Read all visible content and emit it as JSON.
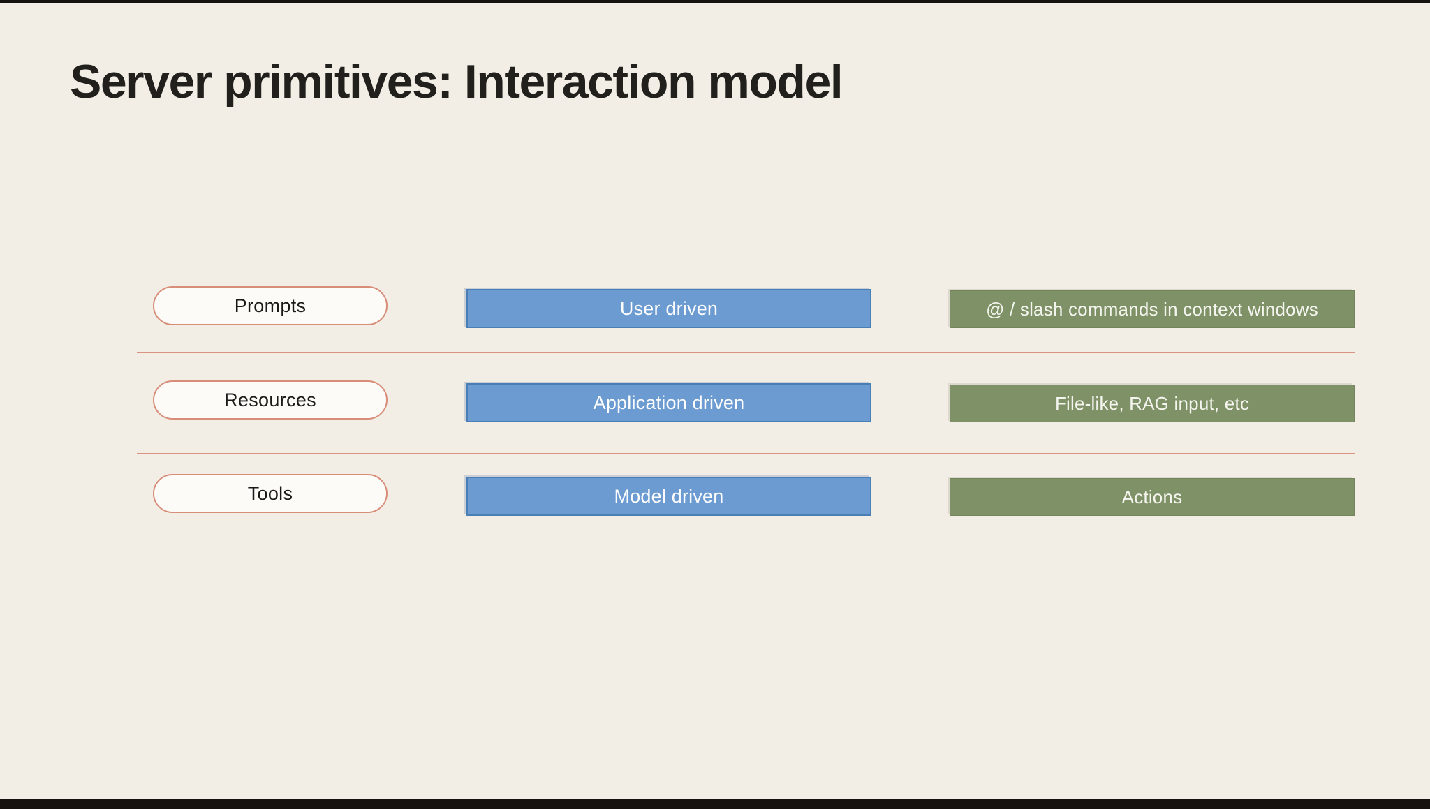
{
  "slide": {
    "title": "Server primitives: Interaction model",
    "background_color": "#f2ede5",
    "title_color": "#22201d"
  },
  "colors": {
    "pill_border": "#d88d79",
    "pill_fill": "#fdfbf8",
    "blue_fill": "#6b9bd1",
    "blue_border": "#4a7fb5",
    "green_fill": "#7f9166",
    "divider": "#d9957f",
    "letterbox": "#15120f"
  },
  "table": {
    "rows": [
      {
        "primitive": "Prompts",
        "control": "User driven",
        "example": "@ / slash commands in context windows"
      },
      {
        "primitive": "Resources",
        "control": "Application driven",
        "example": "File-like, RAG input, etc"
      },
      {
        "primitive": "Tools",
        "control": "Model driven",
        "example": "Actions"
      }
    ]
  }
}
